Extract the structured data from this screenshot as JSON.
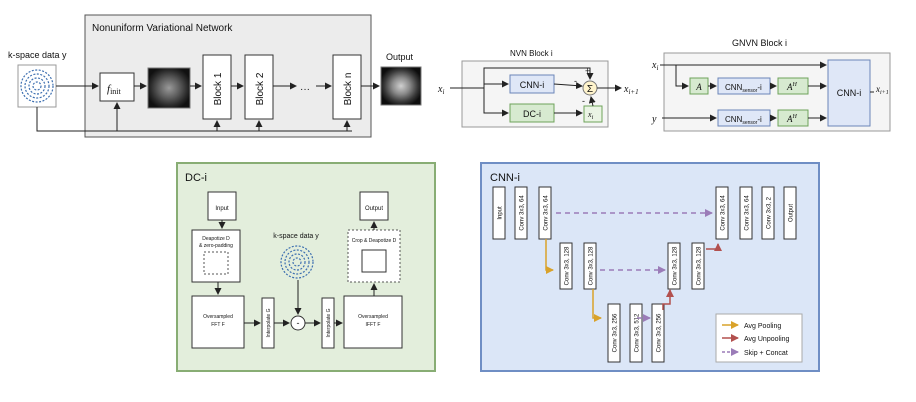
{
  "nvn": {
    "kspace_label": "k-space data y",
    "title": "Nonuniform Variational Network",
    "finit": "f",
    "finit_sub": "init",
    "blocks": [
      "Block 1",
      "Block 2",
      "Block n"
    ],
    "ellipsis": "···",
    "output": "Output"
  },
  "nvn_block": {
    "title": "NVN Block i",
    "xi": "x",
    "xi_sub": "i",
    "cnn": "CNN-i",
    "dc": "DC-i",
    "sum": "Σ",
    "xnext": "x",
    "xnext_sub": "i+1",
    "lambda_box": "x",
    "lambda_sub": "i",
    "signs": [
      "+",
      "-",
      "-"
    ]
  },
  "gnvn_block": {
    "title": "GNVN Block i",
    "xi": "x",
    "xi_sub": "i",
    "y": "y",
    "a": "A",
    "cnn_sensor": "CNN",
    "cnn_sensor_sub": "sensor",
    "cnn_sensor_suffix": "-i",
    "ah": "A",
    "ah_sup": "H",
    "cnn": "CNN-i",
    "xnext": "x",
    "xnext_sub": "i+1"
  },
  "dc": {
    "title": "DC-i",
    "input": "Input",
    "output": "Output",
    "deapotize": [
      "Deapotize D",
      "& zero-padding"
    ],
    "oversampled_fft": [
      "Oversampled",
      "FFT F"
    ],
    "interpolate_g": "Interpolate G",
    "minus": "-",
    "kspace": "k-space data  y",
    "interpolate_gh": "Interpolate G",
    "oversampled_ifft": [
      "Oversampled",
      "IFFT F"
    ],
    "crop": "Crop & Deapotize D"
  },
  "cnn": {
    "title": "CNN-i",
    "layers": [
      "Input",
      "Conv 3x3, 64",
      "Conv 3x3, 64",
      "Conv 3x3, 128",
      "Conv 3x3, 128",
      "Conv 3x3, 256",
      "Conv 3x3, 512",
      "Conv 3x3, 256",
      "Conv 3x3, 128",
      "Conv 3x3, 128",
      "Conv 3x3, 64",
      "Conv 3x3, 64",
      "Conv 3x3, 2",
      "Output"
    ],
    "legend": [
      "Avg Pooling",
      "Avg Unpooling",
      "Skip + Concat"
    ],
    "colors": {
      "pool": "#d9a22a",
      "unpool": "#b2504e",
      "skip": "#9b7cb8",
      "panel": "#dbe6f7",
      "border": "#6f8ec4"
    }
  },
  "colors": {
    "dc_panel": "#e3eedc",
    "dc_border": "#88ad74",
    "cnn_box": "#dfe7f7",
    "cnn_box_border": "#6b85b8",
    "a_box": "#d7ead0",
    "a_border": "#6ea35a"
  }
}
